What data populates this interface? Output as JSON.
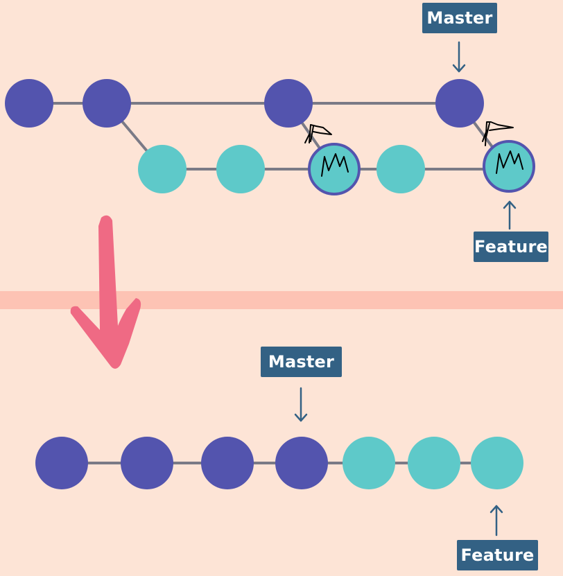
{
  "colors": {
    "background": "#fde4d6",
    "separator_band": "#fdc3b4",
    "master_commit": "#5354ae",
    "feature_commit": "#5ec9c9",
    "commit_outline": "#5354ae",
    "edge": "#7a7a86",
    "label_bg": "#336184",
    "label_text": "#ffffff",
    "pointer_arrow": "#336184",
    "transition_arrow": "#ef6a84",
    "handwriting": "#000000"
  },
  "labels": {
    "master_top": "Master",
    "feature_top": "Feature",
    "master_bottom": "Master",
    "feature_bottom": "Feature"
  },
  "icons": {
    "transition": "down-arrow-icon",
    "pointer": "arrow-icon"
  }
}
